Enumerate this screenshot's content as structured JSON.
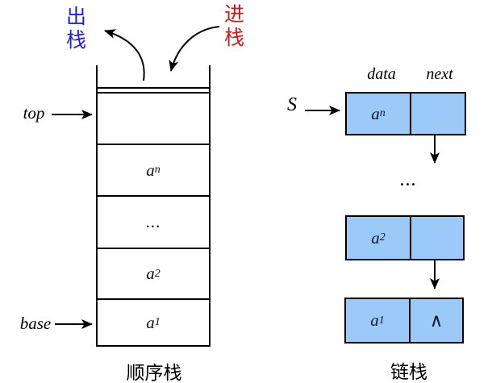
{
  "figure": {
    "pop_label": "出栈",
    "push_label": "进栈"
  },
  "sequential_stack": {
    "caption": "顺序栈",
    "top_pointer": "top",
    "base_pointer": "base",
    "cells": [
      {
        "text": "",
        "sub": ""
      },
      {
        "text": "a",
        "sub": "n"
      },
      {
        "text": "...",
        "sub": ""
      },
      {
        "text": "a",
        "sub": "2"
      },
      {
        "text": "a",
        "sub": "1"
      }
    ]
  },
  "linked_stack": {
    "caption": "链栈",
    "head_pointer": "S",
    "data_field_label": "data",
    "next_field_label": "next",
    "ellipsis": "...",
    "nodes": [
      {
        "data": "a",
        "sub": "n",
        "next": ""
      },
      {
        "data": "a",
        "sub": "2",
        "next": ""
      },
      {
        "data": "a",
        "sub": "1",
        "next": "∧"
      }
    ]
  },
  "colors": {
    "node_fill": "#9bcaf8",
    "pop_text_blue": "#2222cc",
    "push_text_red": "#cc1a1a",
    "line": "#000000"
  }
}
